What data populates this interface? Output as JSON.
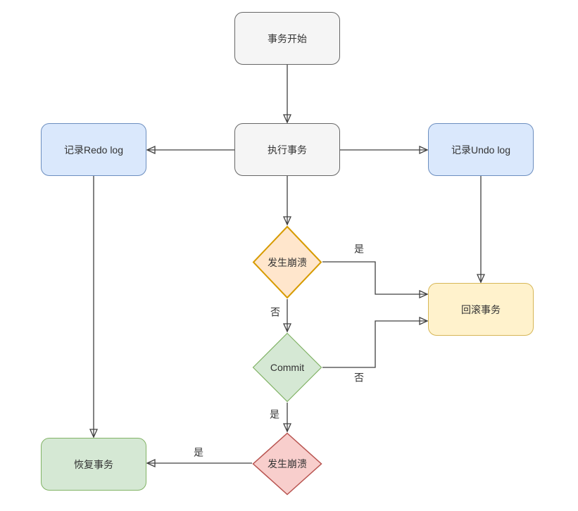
{
  "diagram": {
    "background": "#ffffff",
    "connector_color": "#404040",
    "arrowhead_color": "#000000",
    "nodes": {
      "start": {
        "label": "事务开始",
        "shape": "rounded-rect",
        "fill": "#f5f5f5",
        "stroke": "#666666"
      },
      "execute": {
        "label": "执行事务",
        "shape": "rounded-rect",
        "fill": "#f5f5f5",
        "stroke": "#666666"
      },
      "redo": {
        "label": "记录Redo log",
        "shape": "rounded-rect",
        "fill": "#dae8fc",
        "stroke": "#6c8ebf"
      },
      "undo": {
        "label": "记录Undo log",
        "shape": "rounded-rect",
        "fill": "#dae8fc",
        "stroke": "#6c8ebf"
      },
      "crash1": {
        "label": "发生崩溃",
        "shape": "diamond",
        "fill": "#ffe6cc",
        "stroke": "#d79b00"
      },
      "commit": {
        "label": "Commit",
        "shape": "diamond",
        "fill": "#d5e8d4",
        "stroke": "#82b366"
      },
      "rollback": {
        "label": "回滚事务",
        "shape": "rounded-rect",
        "fill": "#fff2cc",
        "stroke": "#d6b656"
      },
      "crash2": {
        "label": "发生崩溃",
        "shape": "diamond",
        "fill": "#f8cecc",
        "stroke": "#b85450"
      },
      "recover": {
        "label": "恢复事务",
        "shape": "rounded-rect",
        "fill": "#d5e8d4",
        "stroke": "#82b366"
      }
    },
    "edge_labels": {
      "crash1_to_rollback": "是",
      "crash1_to_commit": "否",
      "commit_to_rollback": "否",
      "commit_to_crash2": "是",
      "crash2_to_recover": "是"
    }
  }
}
